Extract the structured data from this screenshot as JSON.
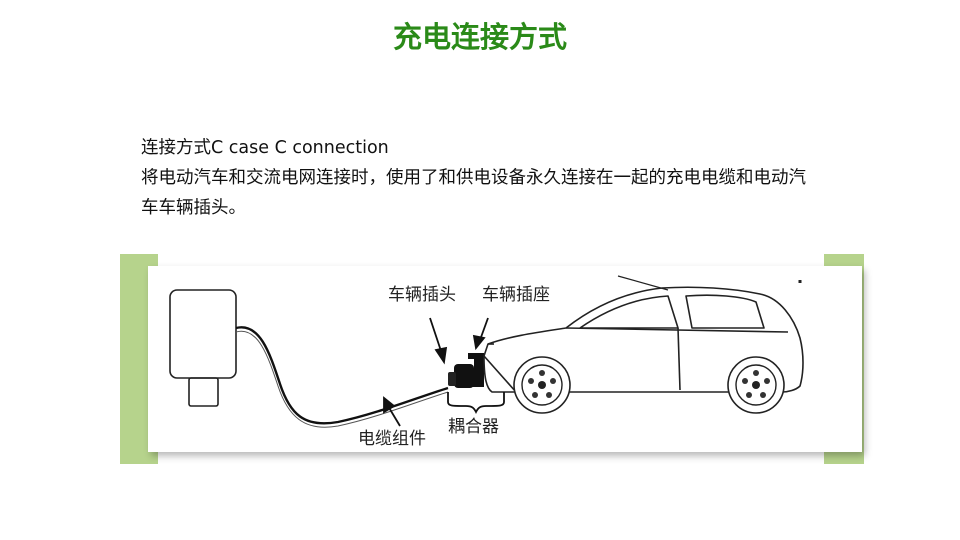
{
  "page": {
    "title": "充电连接方式"
  },
  "description": {
    "line1": "连接方式C case C connection",
    "line2": "将电动汽车和交流电网连接时，使用了和供电设备永久连接在一起的充电电缆和电动汽",
    "line3": "车车辆插头。"
  },
  "diagram": {
    "labels": {
      "vehicle_plug": "车辆插头",
      "vehicle_inlet": "车辆插座",
      "coupler": "耦合器",
      "cable_assembly": "电缆组件"
    }
  },
  "colors": {
    "title": "#2a8a18",
    "frame_green": "#b6d38c"
  }
}
